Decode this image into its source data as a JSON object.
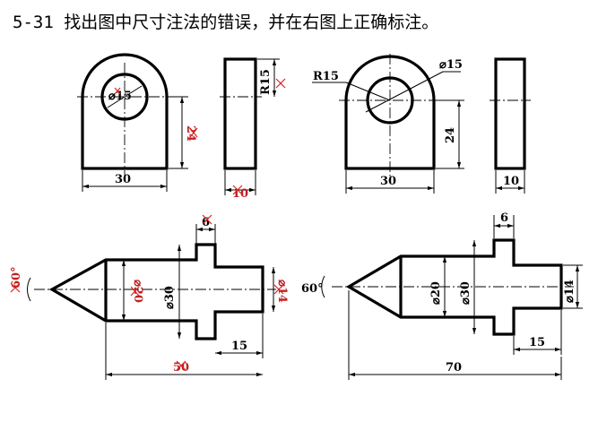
{
  "title": "5-31 找出图中尺寸注法的错误，并在右图上正确标注。",
  "top_left": {
    "hole_dia": "⌀15",
    "radius": "R15",
    "height": "24",
    "width": "30",
    "thickness": "10"
  },
  "top_right": {
    "radius": "R15",
    "hole_dia": "⌀15",
    "height": "24",
    "width": "30",
    "thickness": "10"
  },
  "bottom_left": {
    "angle": "60°",
    "dia20": "⌀20",
    "dia30": "⌀30",
    "dia14": "⌀14",
    "flange": "6",
    "length15": "15",
    "total": "50"
  },
  "bottom_right": {
    "angle": "60°",
    "dia20": "⌀20",
    "dia30": "⌀30",
    "dia14": "⌀14",
    "flange": "6",
    "length15": "15",
    "total": "70"
  }
}
